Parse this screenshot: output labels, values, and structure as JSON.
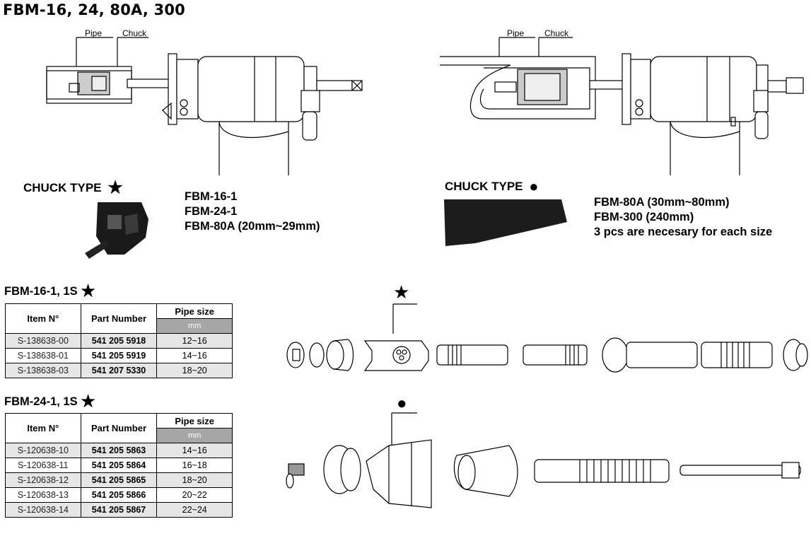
{
  "title": "FBM-16, 24, 80A, 300",
  "diagram_left": {
    "pipe_label": "Pipe",
    "chuck_label": "Chuck"
  },
  "diagram_right": {
    "pipe_label": "Pipe",
    "chuck_label": "Chuck"
  },
  "chuck_star": {
    "label": "CHUCK TYPE",
    "symbol": "★",
    "lines": [
      "FBM-16-1",
      "FBM-24-1",
      "FBM-80A (20mm~29mm)"
    ]
  },
  "chuck_dot": {
    "label": "CHUCK TYPE",
    "symbol": "●",
    "lines": [
      "FBM-80A (30mm~80mm)",
      "FBM-300 (240mm)",
      "3 pcs are necesary for each size"
    ]
  },
  "table1": {
    "title": "FBM-16-1, 1S",
    "symbol": "★",
    "headers": {
      "item": "Item N°",
      "part": "Part Number",
      "pipe": "Pipe size",
      "unit": "mm"
    },
    "rows": [
      {
        "item": "S-138638-00",
        "part": "541 205 5918",
        "size": "12~16"
      },
      {
        "item": "S-138638-01",
        "part": "541 205 5919",
        "size": "14~16"
      },
      {
        "item": "S-138638-03",
        "part": "541 207 5330",
        "size": "18~20"
      }
    ]
  },
  "table2": {
    "title": "FBM-24-1, 1S",
    "symbol": "★",
    "headers": {
      "item": "Item N°",
      "part": "Part Number",
      "pipe": "Pipe size",
      "unit": "mm"
    },
    "rows": [
      {
        "item": "S-120638-10",
        "part": "541 205 5863",
        "size": "14~16"
      },
      {
        "item": "S-120638-11",
        "part": "541 205 5864",
        "size": "16~18"
      },
      {
        "item": "S-120638-12",
        "part": "541 205 5865",
        "size": "18~20"
      },
      {
        "item": "S-120638-13",
        "part": "541 205 5866",
        "size": "20~22"
      },
      {
        "item": "S-120638-14",
        "part": "541 205 5867",
        "size": "22~24"
      }
    ]
  },
  "exploded_star": {
    "symbol": "★"
  },
  "exploded_dot": {
    "symbol": "●"
  }
}
